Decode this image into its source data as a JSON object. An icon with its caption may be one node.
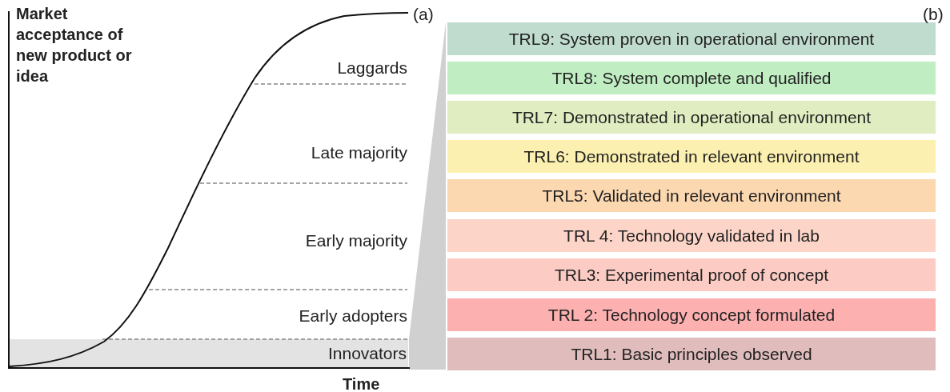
{
  "diagram": {
    "nodes": [
      {
        "text": [
          "Innovators"
        ]
      },
      {
        "text": [],
        "shape": "wedge"
      },
      {
        "text": [
          "TRL9: System proven in operational environment"
        ]
      },
      {
        "text": [
          "TRL8: System complete and qualified"
        ]
      },
      {
        "text": [
          "TRL7: Demonstrated in operational environment"
        ]
      },
      {
        "text": [
          "TRL6: Demonstrated in relevant environment"
        ]
      },
      {
        "text": [
          "TRL5: Validated in relevant environment"
        ]
      },
      {
        "text": [
          "TRL 4: Technology validated in lab"
        ]
      },
      {
        "text": [
          "TRL3: Experimental proof of concept"
        ]
      },
      {
        "text": [
          "TRL 2: Technology concept formulated"
        ]
      },
      {
        "text": [
          "TRL1: Basic principles observed"
        ]
      }
    ],
    "edges": [],
    "labels": [
      "Market acceptance of new product or idea",
      "(a)",
      "Laggards",
      "Late majority",
      "Early majority",
      "Early adopters",
      "Time",
      "(b)"
    ]
  }
}
